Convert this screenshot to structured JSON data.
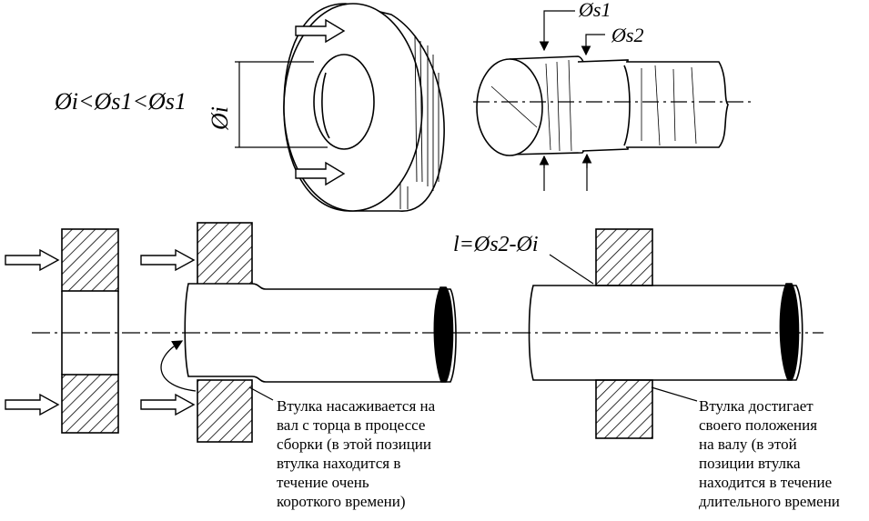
{
  "labels": {
    "phi_s1": "Øs1",
    "phi_s2": "Øs2",
    "phi_i": "Øi",
    "inequality": "Øi<Øs1<Øs1",
    "interference": "l=Øs2-Øi"
  },
  "notes": {
    "left": "Втулка насаживается на\nвал с торца в процессе\nсборки (в этой позиции\nвтулка находится в\nтечение очень\nкороткого времени)",
    "right": "Втулка достигает\nсвоего положения\nна валу (в этой\nпозиции втулка\nнаходится в течение\nдлительного времени"
  },
  "colors": {
    "ink": "#000000",
    "background": "#ffffff"
  }
}
